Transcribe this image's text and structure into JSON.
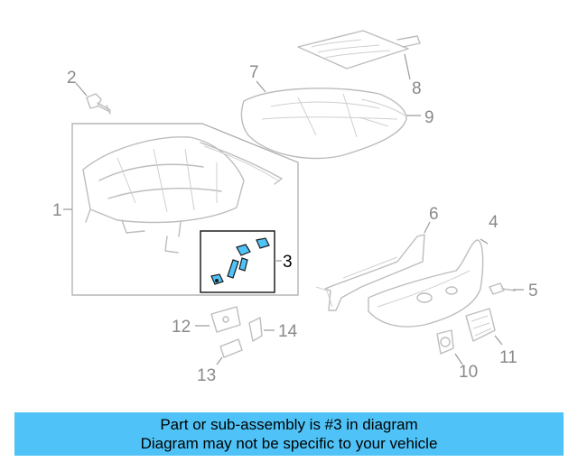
{
  "diagram": {
    "callouts": [
      "1",
      "2",
      "3",
      "4",
      "5",
      "6",
      "7",
      "8",
      "9",
      "10",
      "11",
      "12",
      "13",
      "14"
    ],
    "highlighted_callout": "3",
    "highlight_color": "#4fc3f7"
  },
  "banner": {
    "line1": "Part or sub-assembly is #3 in diagram",
    "line2": "Diagram may not be specific to your vehicle",
    "background": "#4fc3f7"
  }
}
